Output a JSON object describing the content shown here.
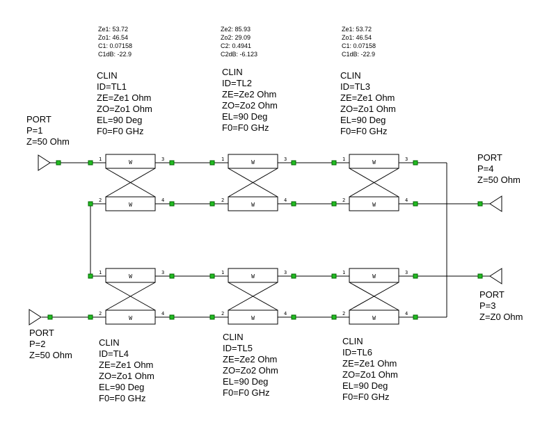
{
  "colors": {
    "node": "#22bb22",
    "wire": "#000000",
    "background": "#ffffff"
  },
  "measurements": [
    {
      "lines": [
        "Ze1: 53.72",
        "Zo1: 46.54",
        "C1: 0.07158",
        "C1dB: -22.9"
      ]
    },
    {
      "lines": [
        "Ze2: 85.93",
        "Zo2: 29.09",
        "C2: 0.4941",
        "C2dB: -6.123"
      ]
    },
    {
      "lines": [
        "Ze1: 53.72",
        "Zo1: 46.54",
        "C1: 0.07158",
        "C1dB: -22.9"
      ]
    }
  ],
  "elements": [
    {
      "lines": [
        "CLIN",
        "ID=TL1",
        "ZE=Ze1 Ohm",
        "ZO=Zo1 Ohm",
        "EL=90 Deg",
        "F0=F0 GHz"
      ]
    },
    {
      "lines": [
        "CLIN",
        "ID=TL2",
        "ZE=Ze2 Ohm",
        "ZO=Zo2 Ohm",
        "EL=90 Deg",
        "F0=F0 GHz"
      ]
    },
    {
      "lines": [
        "CLIN",
        "ID=TL3",
        "ZE=Ze1 Ohm",
        "ZO=Zo1 Ohm",
        "EL=90 Deg",
        "F0=F0 GHz"
      ]
    },
    {
      "lines": [
        "CLIN",
        "ID=TL4",
        "ZE=Ze1 Ohm",
        "ZO=Zo1 Ohm",
        "EL=90 Deg",
        "F0=F0 GHz"
      ]
    },
    {
      "lines": [
        "CLIN",
        "ID=TL5",
        "ZE=Ze2 Ohm",
        "ZO=Zo2 Ohm",
        "EL=90 Deg",
        "F0=F0 GHz"
      ]
    },
    {
      "lines": [
        "CLIN",
        "ID=TL6",
        "ZE=Ze1 Ohm",
        "ZO=Zo1 Ohm",
        "EL=90 Deg",
        "F0=F0 GHz"
      ]
    }
  ],
  "ports": [
    {
      "lines": [
        "PORT",
        "P=1",
        "Z=50 Ohm"
      ]
    },
    {
      "lines": [
        "PORT",
        "P=2",
        "Z=50 Ohm"
      ]
    },
    {
      "lines": [
        "PORT",
        "P=3",
        "Z=Z0 Ohm"
      ]
    },
    {
      "lines": [
        "PORT",
        "P=4",
        "Z=50 Ohm"
      ]
    }
  ],
  "box_label": "W",
  "pin_labels": [
    "1",
    "2",
    "3",
    "4"
  ]
}
